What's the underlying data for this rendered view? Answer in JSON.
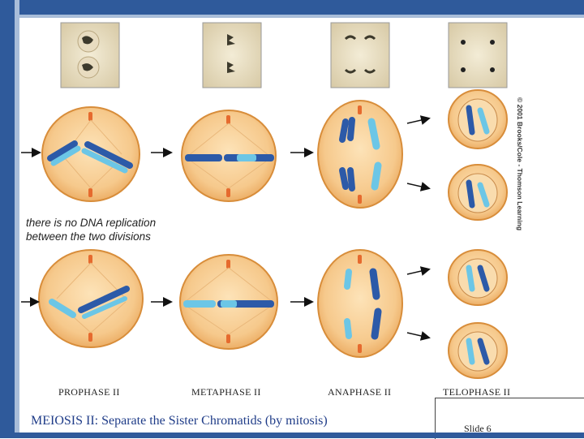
{
  "note_lines": [
    "there is no DNA replication",
    "between the two divisions"
  ],
  "phases": [
    "PROPHASE II",
    "METAPHASE II",
    "ANAPHASE II",
    "TELOPHASE II"
  ],
  "caption": "MEIOSIS II:  Separate the Sister Chromatids (by mitosis)",
  "slide_number": "Slide 6",
  "copyright": "© 2001 Brooks/Cole - Thomson Learning",
  "colors": {
    "frame": "#2f5a9b",
    "cell_fill": "#f6c98c",
    "cell_border": "#d88d3a",
    "chromatid_dark": "#2c5aa8",
    "chromatid_light": "#6cc6e6"
  }
}
